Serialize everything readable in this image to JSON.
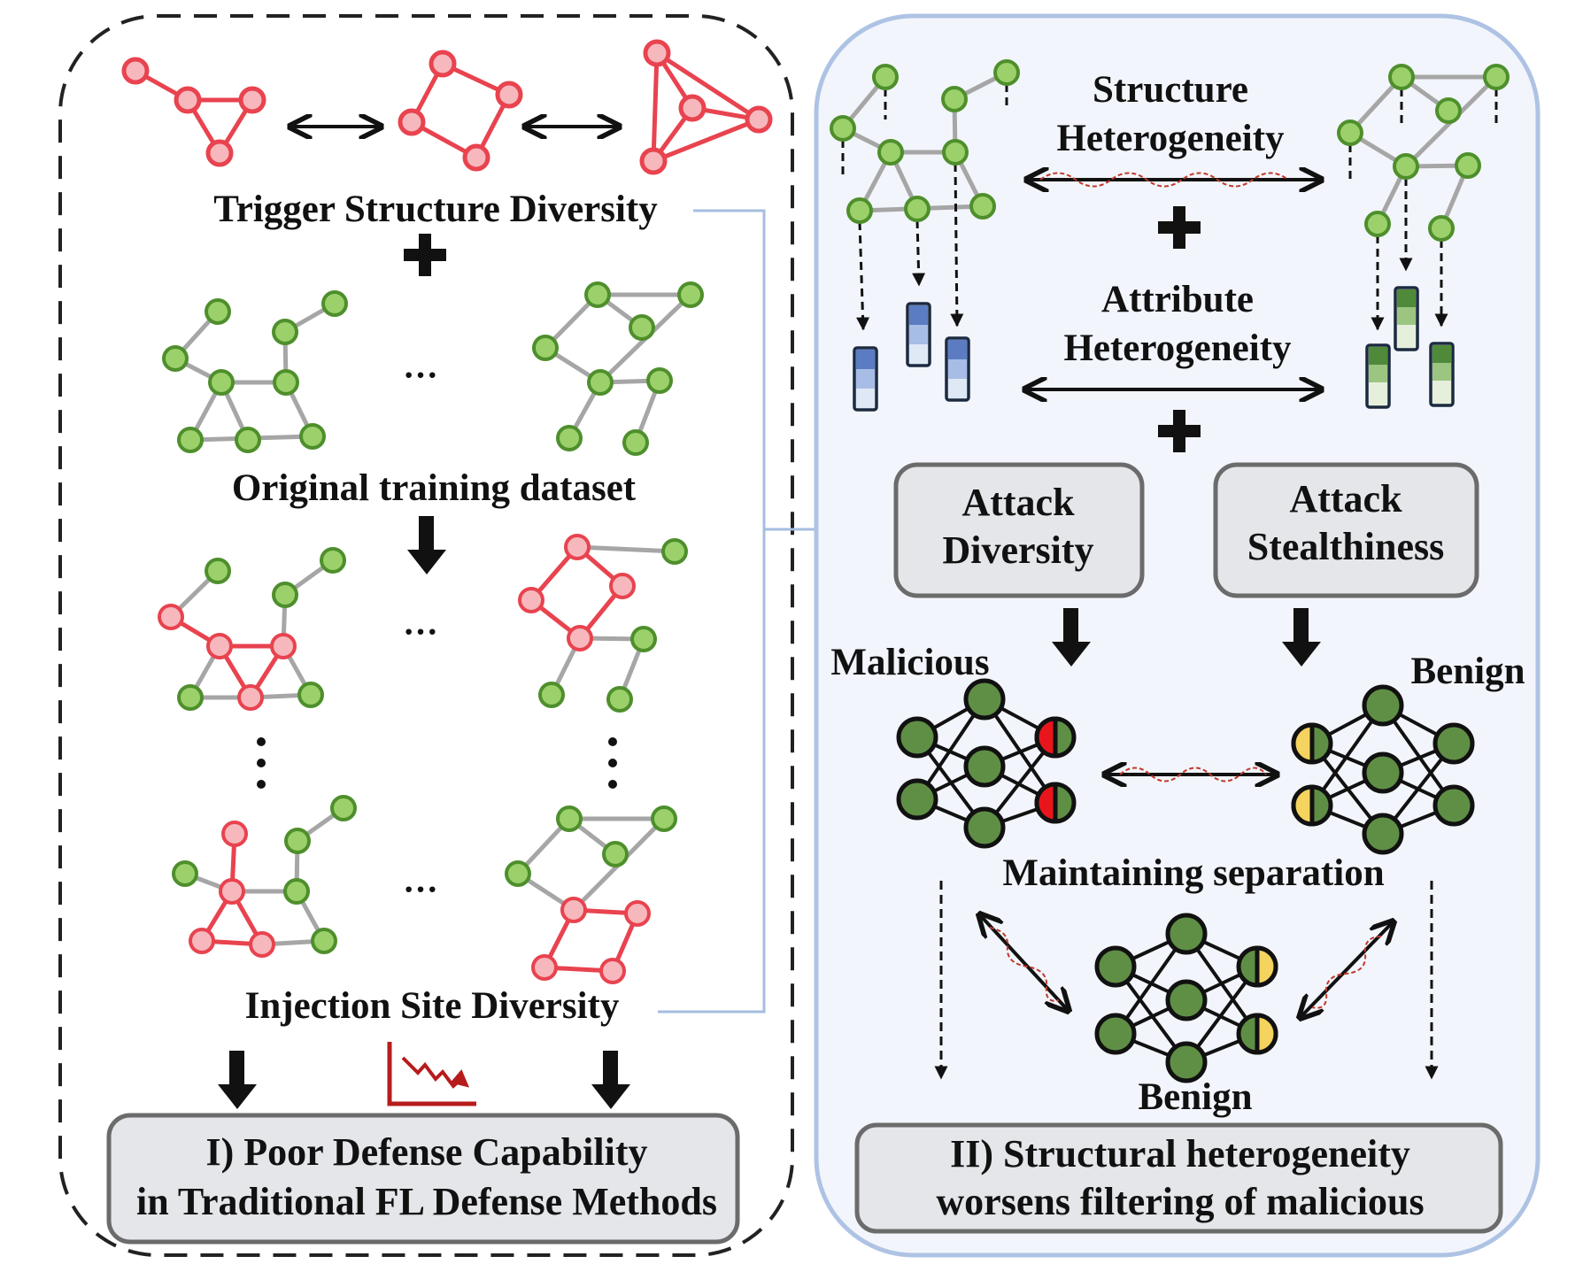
{
  "left_panel": {
    "trigger_label": "Trigger Structure Diversity",
    "dataset_label": "Original training dataset",
    "injection_label": "Injection Site Diversity",
    "ellipsis": "···",
    "conclusion_line1": "I) Poor Defense Capability",
    "conclusion_line2": "in Traditional FL Defense Methods"
  },
  "right_panel": {
    "structure_line1": "Structure",
    "structure_line2": "Heterogeneity",
    "attribute_line1": "Attribute",
    "attribute_line2": "Heterogeneity",
    "attack_diversity_line1": "Attack",
    "attack_diversity_line2": "Diversity",
    "attack_stealth_line1": "Attack",
    "attack_stealth_line2": "Stealthiness",
    "malicious_label": "Malicious",
    "benign_label_top": "Benign",
    "separation_label": "Maintaining separation",
    "benign_label_bottom": "Benign",
    "conclusion_line1": "II) Structural heterogeneity",
    "conclusion_line2": "worsens filtering of malicious"
  },
  "colors": {
    "trigger_node": "#e8434f",
    "normal_node": "#7dbb4a",
    "nn_node": "#5f8f45",
    "malicious_half": "#e8161c",
    "benign_half": "#f4d35e",
    "right_panel_bg": "#f2f5fb",
    "right_panel_border": "#aec3e4",
    "connector": "#a6bde0",
    "box_fill": "#e4e6ea",
    "decline_icon": "#b71c1c"
  }
}
